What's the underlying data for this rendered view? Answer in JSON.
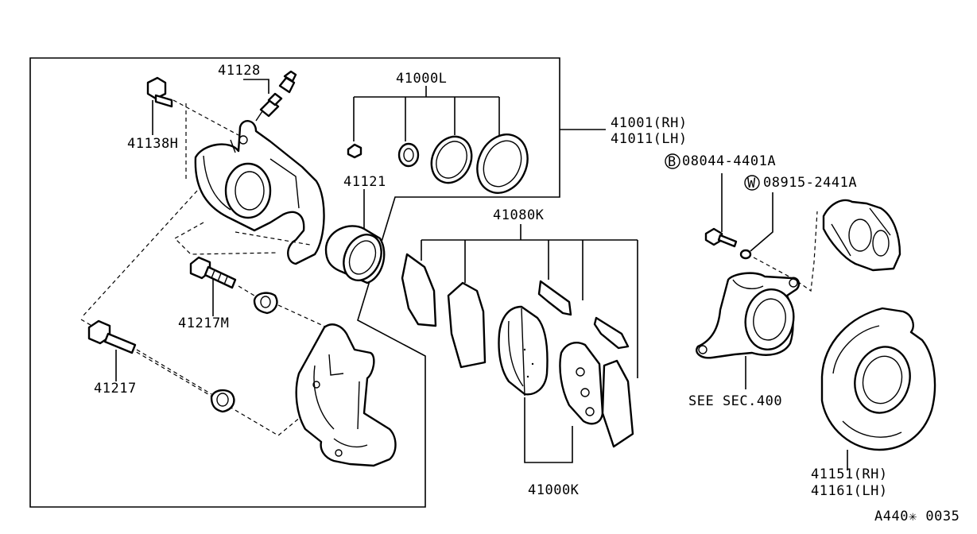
{
  "diagram": {
    "labels": {
      "l41128": "41128",
      "l41138H": "41138H",
      "l41000L": "41000L",
      "l41001": "41001(RH)",
      "l41011": "41011(LH)",
      "l41121": "41121",
      "l41080K": "41080K",
      "l41217M": "41217M",
      "l41217": "41217",
      "l41000K": "41000K",
      "b_code": "08044-4401A",
      "b_mark": "B",
      "w_code": "08915-2441A",
      "w_mark": "W",
      "see_sec": "SEE SEC.400",
      "l41151": "41151(RH)",
      "l41161": "41161(LH)",
      "drawing_no": "A440✳ 0035"
    }
  }
}
